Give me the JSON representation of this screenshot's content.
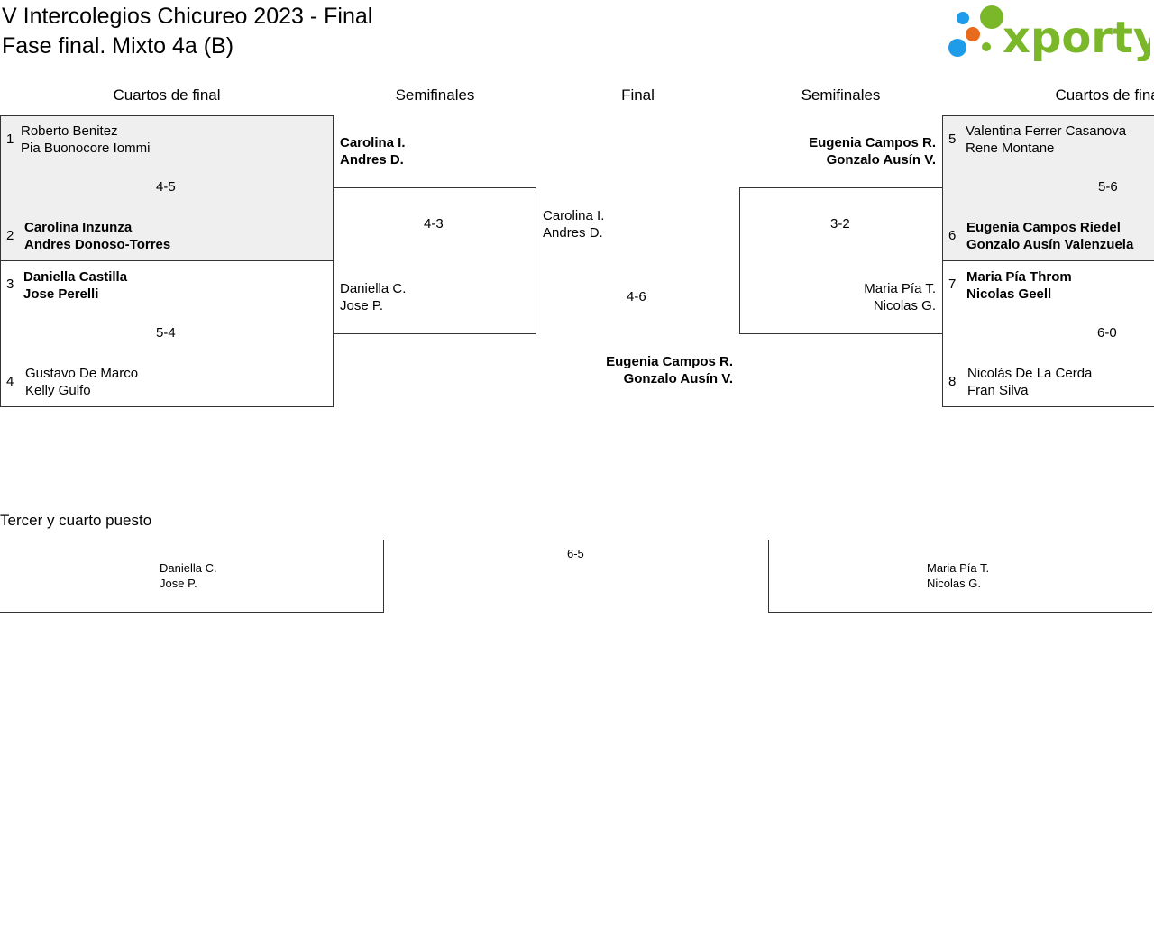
{
  "header": {
    "title": "V Intercolegios Chicureo 2023 - Final",
    "subtitle": "Fase final. Mixto 4a (B)",
    "logo_text": "xporty"
  },
  "colors": {
    "logo_green": "#7ab829",
    "logo_blue": "#1e9be9",
    "logo_orange": "#e86a1c"
  },
  "rounds": {
    "left_quarters": "Cuartos de final",
    "left_semis": "Semifinales",
    "final": "Final",
    "right_semis": "Semifinales",
    "right_quarters": "Cuartos de final"
  },
  "qf": [
    {
      "seed_a": "1",
      "a1": "Roberto Benitez",
      "a2": "Pia Buonocore Iommi",
      "seed_b": "2",
      "b1": "Carolina Inzunza",
      "b2": "Andres Donoso-Torres",
      "score": "4-5"
    },
    {
      "seed_a": "3",
      "a1": "Daniella Castilla",
      "a2": "Jose Perelli",
      "seed_b": "4",
      "b1": "Gustavo De Marco",
      "b2": "Kelly Gulfo",
      "score": "5-4"
    },
    {
      "seed_a": "5",
      "a1": "Valentina Ferrer Casanova",
      "a2": "Rene Montane",
      "seed_b": "6",
      "b1": "Eugenia Campos Riedel",
      "b2": "Gonzalo Ausín Valenzuela",
      "score": "5-6"
    },
    {
      "seed_a": "7",
      "a1": "Maria Pía Throm",
      "a2": "Nicolas Geell",
      "seed_b": "8",
      "b1": "Nicolás De La Cerda",
      "b2": "Fran Silva",
      "score": "6-0"
    }
  ],
  "sf_left": {
    "a1": "Carolina I.",
    "a2": "Andres D.",
    "b1": "Daniella C.",
    "b2": "Jose P.",
    "score": "4-3"
  },
  "sf_right": {
    "a1": "Eugenia Campos R.",
    "a2": "Gonzalo Ausín V.",
    "b1": "Maria Pía T.",
    "b2": "Nicolas G.",
    "score": "3-2"
  },
  "final": {
    "a1": "Carolina I.",
    "a2": "Andres D.",
    "score": "4-6",
    "w1": "Eugenia Campos R.",
    "w2": "Gonzalo Ausín V."
  },
  "third_place": {
    "heading": "Tercer y cuarto puesto",
    "score": "6-5",
    "a1": "Daniella C.",
    "a2": "Jose P.",
    "b1": "Maria Pía T.",
    "b2": "Nicolas G."
  }
}
